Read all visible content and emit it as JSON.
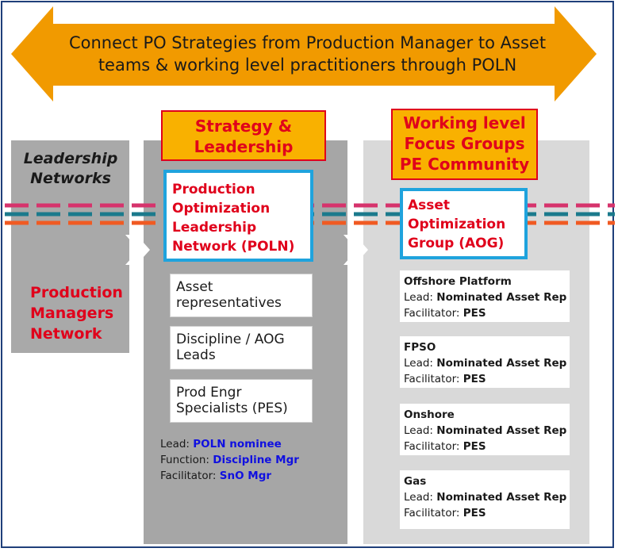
{
  "banner": {
    "line1": "Connect PO Strategies from Production Manager to Asset",
    "line2": "teams & working level practitioners through POLN",
    "color": "#f19a00"
  },
  "leadership_networks": {
    "line1": "Leadership",
    "line2": "Networks"
  },
  "production_managers": {
    "line1": "Production",
    "line2": "Managers",
    "line3": "Network"
  },
  "strategy_leadership": {
    "line1": "Strategy &",
    "line2": "Leadership"
  },
  "working_level": {
    "line1": "Working level",
    "line2": "Focus Groups",
    "line3": "PE Community"
  },
  "poln": {
    "line1": "Production",
    "line2": "Optimization",
    "line3": "Leadership",
    "line4": "Network (POLN)"
  },
  "aog": {
    "line1": "Asset",
    "line2": "Optimization",
    "line3": "Group (AOG)"
  },
  "members": [
    {
      "line1": "Asset",
      "line2": "representatives"
    },
    {
      "line1": "Discipline / AOG",
      "line2": "Leads"
    },
    {
      "line1": "Prod Engr",
      "line2": "Specialists (PES)"
    }
  ],
  "poln_roles": {
    "lead_label": "Lead:",
    "lead_value": "POLN nominee",
    "function_label": "Function:",
    "function_value": "Discipline Mgr",
    "facilitator_label": "Facilitator:",
    "facilitator_value": "SnO Mgr"
  },
  "groups": [
    {
      "name": "Offshore Platform",
      "lead_label": "Lead:",
      "lead_value": "Nominated Asset Rep",
      "facilitator_label": "Facilitator:",
      "facilitator_value": "PES"
    },
    {
      "name": "FPSO",
      "lead_label": "Lead:",
      "lead_value": "Nominated Asset Rep",
      "facilitator_label": "Facilitator:",
      "facilitator_value": "PES"
    },
    {
      "name": "Onshore",
      "lead_label": "Lead:",
      "lead_value": "Nominated Asset Rep",
      "facilitator_label": "Facilitator:",
      "facilitator_value": "PES"
    },
    {
      "name": "Gas",
      "lead_label": "Lead:",
      "lead_value": "Nominated Asset Rep",
      "facilitator_label": "Facilitator:",
      "facilitator_value": "PES"
    }
  ],
  "colors": {
    "frame": "#1f3f7a",
    "red_text": "#e0001b",
    "blue_text": "#1010e0",
    "orange_box": "#f9b100",
    "cyan_border": "#1fa3dd",
    "stripe_pink": "#d6336c",
    "stripe_teal": "#1b7a8c",
    "stripe_orange": "#f05a22"
  }
}
